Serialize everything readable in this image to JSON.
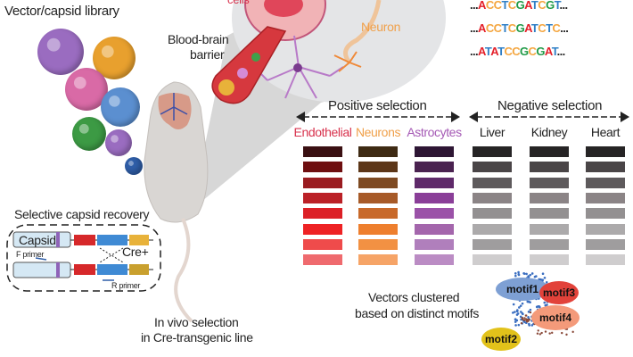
{
  "labels": {
    "library": "Vector/capsid library",
    "bbb_line1": "Blood-brain",
    "bbb_line2": "barrier",
    "endothelial_cells": "cells",
    "neuron": "Neuron",
    "recovery_title": "Selective capsid recovery",
    "capsid": "Capsid",
    "cre": "Cre+",
    "f_primer": "F primer",
    "r_primer": "R primer",
    "invivo_line1": "In vivo selection",
    "invivo_line2": "in Cre-transgenic line",
    "clusters_line1": "Vectors clustered",
    "clusters_line2": "based on distinct motifs"
  },
  "sequences": [
    "...ACCTCGATCGT...",
    "...ACCTCGATCTC...",
    "...ATATCCGCGAT..."
  ],
  "base_colors": {
    "A": "#e4202a",
    "C": "#f4a640",
    "T": "#2f7fc6",
    "G": "#1f9a47",
    ".": "#222222"
  },
  "selection": {
    "positive_label": "Positive selection",
    "negative_label": "Negative selection",
    "columns": [
      {
        "name": "Endothelial",
        "color": "#d8324d",
        "swatches": [
          "#3a1012",
          "#6e0e10",
          "#9a1c20",
          "#bb2127",
          "#dc2026",
          "#ee2224",
          "#ef4b4b",
          "#ef6a6e"
        ]
      },
      {
        "name": "Neurons",
        "color": "#f0a04a",
        "swatches": [
          "#3e2a13",
          "#5c3618",
          "#7e4a22",
          "#a75a28",
          "#c8692a",
          "#ee7f2e",
          "#f29143",
          "#f6a467"
        ]
      },
      {
        "name": "Astrocytes",
        "color": "#a55ab5",
        "swatches": [
          "#2e1634",
          "#4a2250",
          "#5f2a6a",
          "#8a3e98",
          "#9b52a8",
          "#a466ac",
          "#b07fbc",
          "#bb8cc4"
        ]
      },
      {
        "name": "Liver",
        "color": "#222222",
        "swatches": [
          "#262425",
          "#4a4547",
          "#5e5a5c",
          "#8b8486",
          "#939091",
          "#acaaab",
          "#9f9d9e",
          "#cfcdce"
        ]
      },
      {
        "name": "Kidney",
        "color": "#222222",
        "swatches": [
          "#262425",
          "#4a4547",
          "#5e5a5c",
          "#8b8486",
          "#939091",
          "#acaaab",
          "#9f9d9e",
          "#cfcdce"
        ]
      },
      {
        "name": "Heart",
        "color": "#222222",
        "swatches": [
          "#262425",
          "#4a4547",
          "#5e5a5c",
          "#8b8486",
          "#939091",
          "#acaaab",
          "#9f9d9e",
          "#cfcdce"
        ]
      }
    ]
  },
  "motifs": [
    {
      "name": "motif1",
      "color": "#7ea0d4"
    },
    {
      "name": "motif2",
      "color": "#e2c21a"
    },
    {
      "name": "motif3",
      "color": "#e2423a"
    },
    {
      "name": "motif4",
      "color": "#f49a7a"
    }
  ],
  "capsid_colors": [
    "#9a6cc0",
    "#e8a02e",
    "#d96aa6",
    "#5b8fd0",
    "#3c9a44",
    "#9a6cc0",
    "#2f5ea8"
  ]
}
